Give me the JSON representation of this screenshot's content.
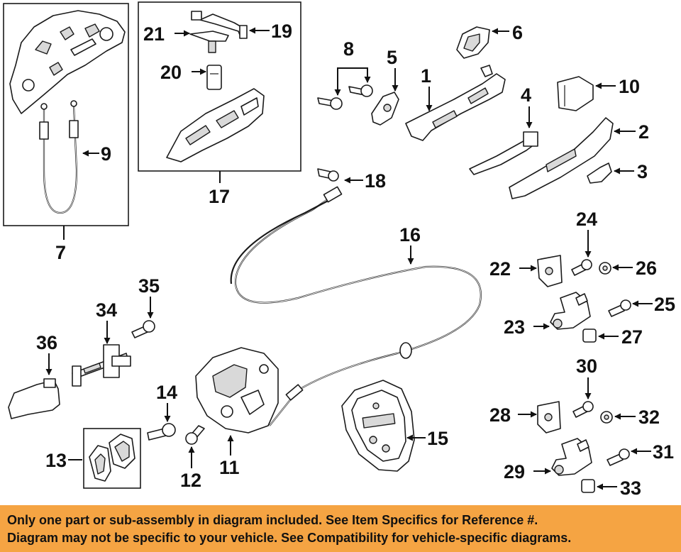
{
  "diagram": {
    "callouts": {
      "n1": "1",
      "n2": "2",
      "n3": "3",
      "n4": "4",
      "n5": "5",
      "n6": "6",
      "n7": "7",
      "n8": "8",
      "n9": "9",
      "n10": "10",
      "n11": "11",
      "n12": "12",
      "n13": "13",
      "n14": "14",
      "n15": "15",
      "n16": "16",
      "n17": "17",
      "n18": "18",
      "n19": "19",
      "n20": "20",
      "n21": "21",
      "n22": "22",
      "n23": "23",
      "n24": "24",
      "n25": "25",
      "n26": "26",
      "n27": "27",
      "n28": "28",
      "n29": "29",
      "n30": "30",
      "n31": "31",
      "n32": "32",
      "n33": "33",
      "n34": "34",
      "n35": "35",
      "n36": "36"
    }
  },
  "footer": {
    "line1": "Only one part or sub-assembly in diagram included. See Item Specifics for Reference #.",
    "line2": "Diagram may not be specific to your vehicle. See Compatibility for vehicle-specific diagrams."
  },
  "colors": {
    "footer_bg": "#f5a443",
    "ink": "#111111"
  }
}
